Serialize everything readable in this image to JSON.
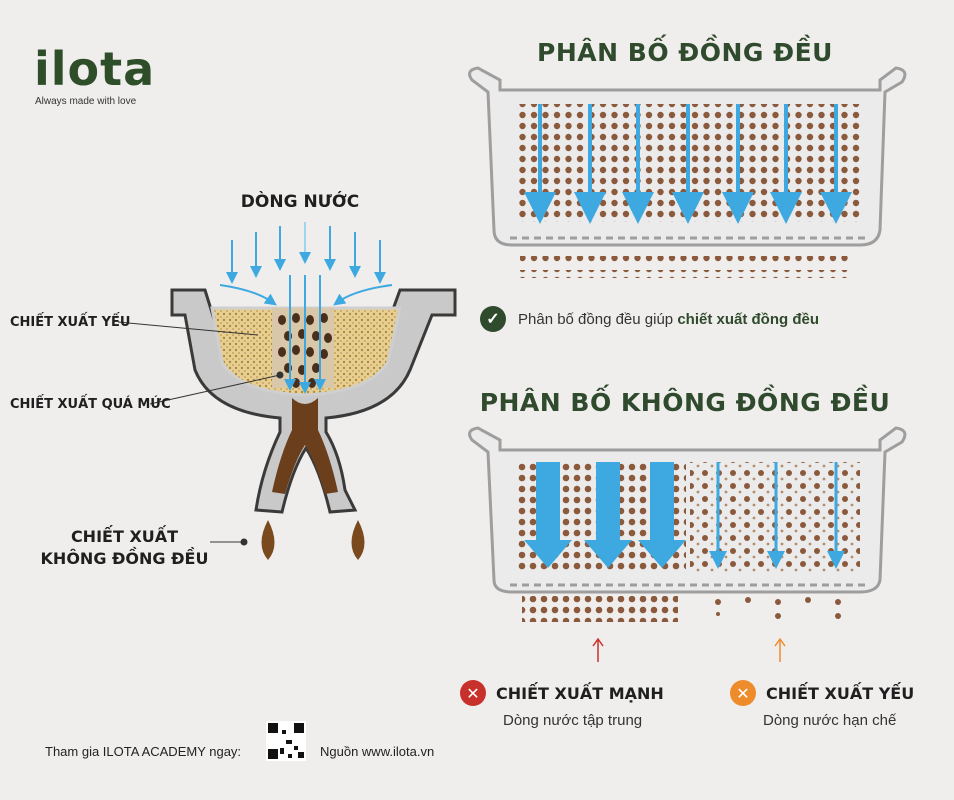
{
  "brand": {
    "logo": "ilota",
    "tagline": "Always made with love"
  },
  "left": {
    "water_title": "DÒNG NƯỚC",
    "label_weak": "CHIẾT XUẤT YẾU",
    "label_over": "CHIẾT XUẤT QUÁ MỨC",
    "label_uneven_1": "CHIẾT XUẤT",
    "label_uneven_2": "KHÔNG ĐỒNG ĐỀU"
  },
  "even": {
    "title": "PHÂN BỐ ĐỒNG ĐỀU",
    "note_prefix": "Phân bố đồng đều giúp ",
    "note_bold": "chiết xuất đồng đều"
  },
  "uneven": {
    "title": "PHÂN BỐ KHÔNG ĐỒNG ĐỀU",
    "strong_title": "CHIẾT XUẤT MẠNH",
    "strong_sub": "Dòng nước tập trung",
    "weak_title": "CHIẾT XUẤT YẾU",
    "weak_sub": "Dòng nước hạn chế"
  },
  "footer": {
    "join": "Tham gia ILOTA ACADEMY ngay:",
    "source": "Nguồn www.ilota.vn"
  },
  "icons": {
    "check": "check-circle-icon",
    "cross": "x-circle-icon"
  },
  "colors": {
    "green": "#2f4a2c",
    "water": "#3ea9e0",
    "coffee": "#8b5a3c",
    "red": "#c8302b",
    "orange": "#ee8c2b"
  }
}
